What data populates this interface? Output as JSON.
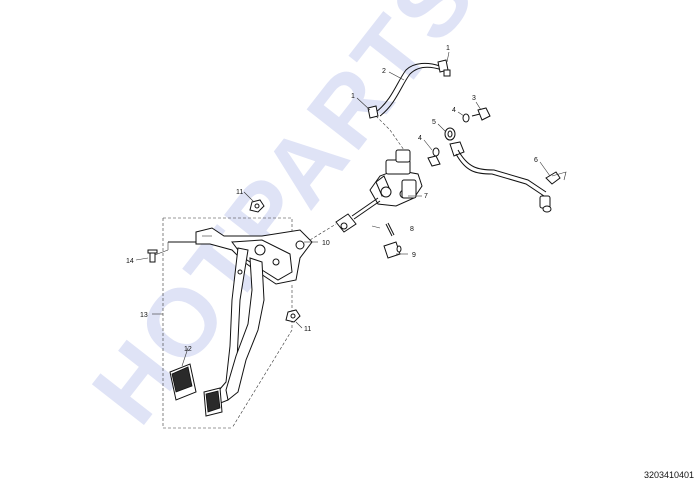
{
  "diagram": {
    "number": "3203410401",
    "watermark": "HOTPARTS",
    "callouts": [
      "1",
      "2",
      "1",
      "3",
      "4",
      "5",
      "4",
      "6",
      "7",
      "8",
      "9",
      "10",
      "11",
      "11",
      "12",
      "13",
      "14"
    ]
  }
}
